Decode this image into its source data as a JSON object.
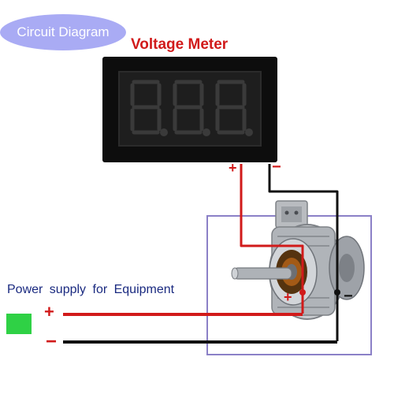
{
  "badge": {
    "text": "Circuit Diagram"
  },
  "meter": {
    "title": "Voltage Meter",
    "plus": "+",
    "minus": "−"
  },
  "power_supply": {
    "label": "Power supply for Equipment",
    "plus": "+",
    "minus": "−"
  },
  "motor": {
    "plus": "+",
    "minus": "−"
  },
  "colors": {
    "positive_wire": "#d11a1a",
    "negative_wire": "#111111",
    "frame": "#8b80c7",
    "badge": "#a9abf4"
  }
}
